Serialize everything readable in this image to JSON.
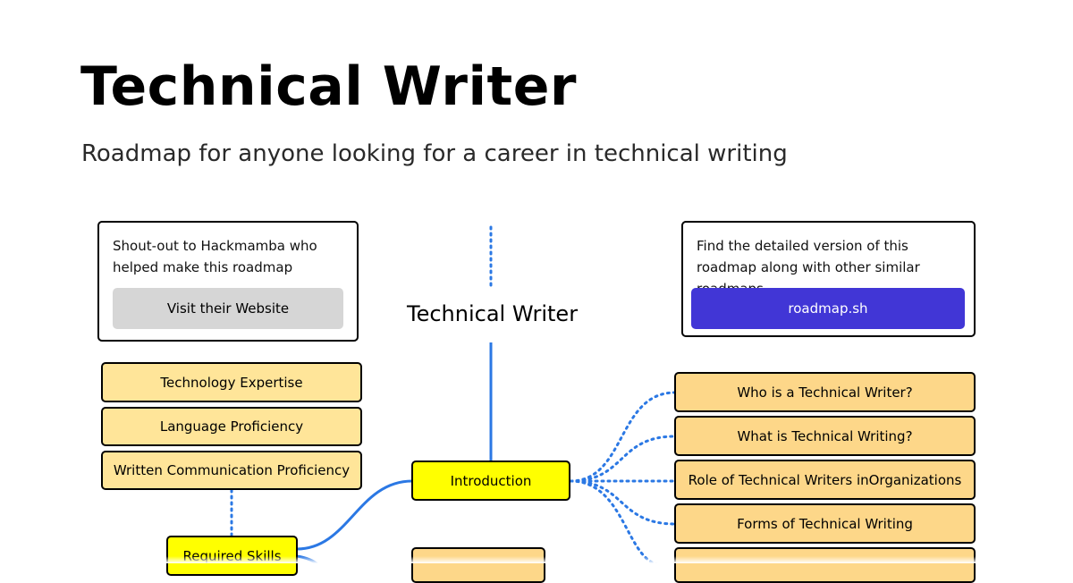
{
  "header": {
    "title": "Technical Writer",
    "subtitle": "Roadmap for anyone looking for a career in technical writing"
  },
  "shoutout": {
    "text": "Shout-out to Hackmamba who helped make this roadmap",
    "button_label": "Visit their Website"
  },
  "detailed": {
    "text": "Find the detailed version of this roadmap along with other similar roadmaps",
    "button_label": "roadmap.sh",
    "button_color": "#4136d6"
  },
  "roadmap": {
    "center_title": "Technical Writer",
    "intro_label": "Introduction",
    "required_skills_label": "Required Skills",
    "left_topics": [
      "Technology Expertise",
      "Language Proficiency",
      "Written Communication Proficiency"
    ],
    "intro_topics": [
      "Who is a Technical Writer?",
      "What is Technical Writing?",
      "Role of Technical Writers inOrganizations",
      "Forms of Technical Writing"
    ]
  },
  "colors": {
    "main_node": "#ffff00",
    "topic_node": "#ffe599",
    "connector": "#2b78e4"
  }
}
